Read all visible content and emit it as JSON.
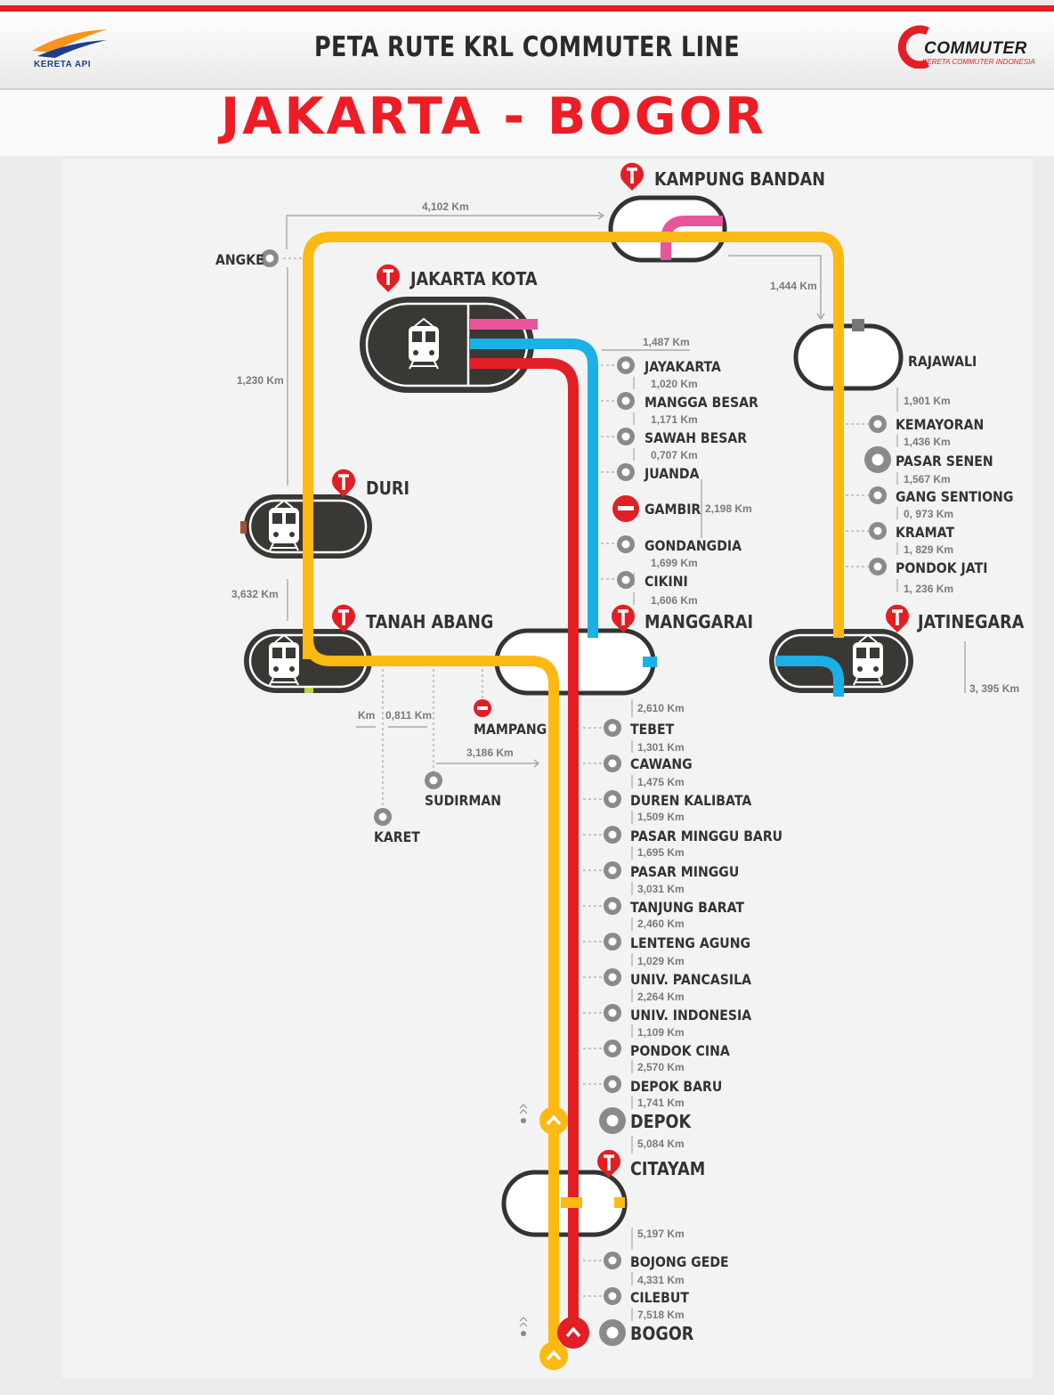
{
  "header": {
    "title": "PETA RUTE KRL COMMUTER LINE",
    "left_logo": "KERETA API",
    "right_logo": "COMMUTER",
    "right_logo_sub": "KERETA COMMUTER INDONESIA"
  },
  "subtitle": "JAKARTA - BOGOR",
  "colors": {
    "yellow_line": "#fdb913",
    "red_line": "#e31e24",
    "blue_line": "#1bb0e6",
    "pink_line": "#e8559a",
    "brand_red": "#ee1c24"
  },
  "stations": {
    "kampung_bandan": "KAMPUNG BANDAN",
    "angke": "ANGKE",
    "jakarta_kota": "JAKARTA KOTA",
    "rajawali": "RAJAWALI",
    "jayakarta": "JAYAKARTA",
    "mangga_besar": "MANGGA BESAR",
    "sawah_besar": "SAWAH BESAR",
    "juanda": "JUANDA",
    "gambir": "GAMBIR",
    "gondangdia": "GONDANGDIA",
    "cikini": "CIKINI",
    "duri": "DURI",
    "tanah_abang": "TANAH ABANG",
    "manggarai": "MANGGARAI",
    "jatinegara": "JATINEGARA",
    "kemayoran": "KEMAYORAN",
    "pasar_senen": "PASAR SENEN",
    "gang_sentiong": "GANG SENTIONG",
    "kramat": "KRAMAT",
    "pondok_jati": "PONDOK JATI",
    "mampang": "MAMPANG",
    "sudirman": "SUDIRMAN",
    "karet": "KARET",
    "tebet": "TEBET",
    "cawang": "CAWANG",
    "duren_kalibata": "DUREN KALIBATA",
    "pasar_minggu_baru": "PASAR MINGGU BARU",
    "pasar_minggu": "PASAR MINGGU",
    "tanjung_barat": "TANJUNG BARAT",
    "lenteng_agung": "LENTENG AGUNG",
    "univ_pancasila": "UNIV. PANCASILA",
    "univ_indonesia": "UNIV. INDONESIA",
    "pondok_cina": "PONDOK CINA",
    "depok_baru": "DEPOK BARU",
    "depok": "DEPOK",
    "citayam": "CITAYAM",
    "bojong_gede": "BOJONG GEDE",
    "cilebut": "CILEBUT",
    "bogor": "BOGOR"
  },
  "distances": {
    "angke_kampung_bandan": "4,102 Km",
    "kampung_bandan_rajawali": "1,444 Km",
    "angke_duri": "1,230 Km",
    "kota_jayakarta": "1,487 Km",
    "jayakarta_mangga_besar": "1,020 Km",
    "mangga_besar_sawah_besar": "1,171 Km",
    "sawah_besar_juanda": "0,707 Km",
    "juanda_gondangdia": "2,198 Km",
    "gondangdia_cikini": "1,699 Km",
    "cikini_manggarai": "1,606 Km",
    "duri_tanah_abang": "3,632 Km",
    "rajawali_kemayoran": "1,901 Km",
    "kemayoran_pasar_senen": "1,436 Km",
    "pasar_senen_gang_sentiong": "1,567 Km",
    "gang_sentiong_kramat": "0, 973 Km",
    "kramat_pondok_jati": "1, 829 Km",
    "pondok_jati_jatinegara": "1, 236 Km",
    "jatinegara_manggarai": "3, 395 Km",
    "tanah_abang_karet_partial": "Km",
    "karet_sudirman": "0,811 Km",
    "sudirman_manggarai": "3,186 Km",
    "manggarai_tebet": "2,610 Km",
    "tebet_cawang": "1,301 Km",
    "cawang_duren_kalibata": "1,475 Km",
    "duren_kalibata_pasar_minggu_baru": "1,509 Km",
    "pasar_minggu_baru_pasar_minggu": "1,695 Km",
    "pasar_minggu_tanjung_barat": "3,031 Km",
    "tanjung_barat_lenteng_agung": "2,460 Km",
    "lenteng_agung_univ_pancasila": "1,029 Km",
    "univ_pancasila_univ_indonesia": "2,264 Km",
    "univ_indonesia_pondok_cina": "1,109 Km",
    "pondok_cina_depok_baru": "2,570 Km",
    "depok_baru_depok": "1,741 Km",
    "depok_citayam": "5,084 Km",
    "citayam_bojong_gede": "5,197 Km",
    "bojong_gede_cilebut": "4,331 Km",
    "cilebut_bogor": "7,518 Km"
  }
}
